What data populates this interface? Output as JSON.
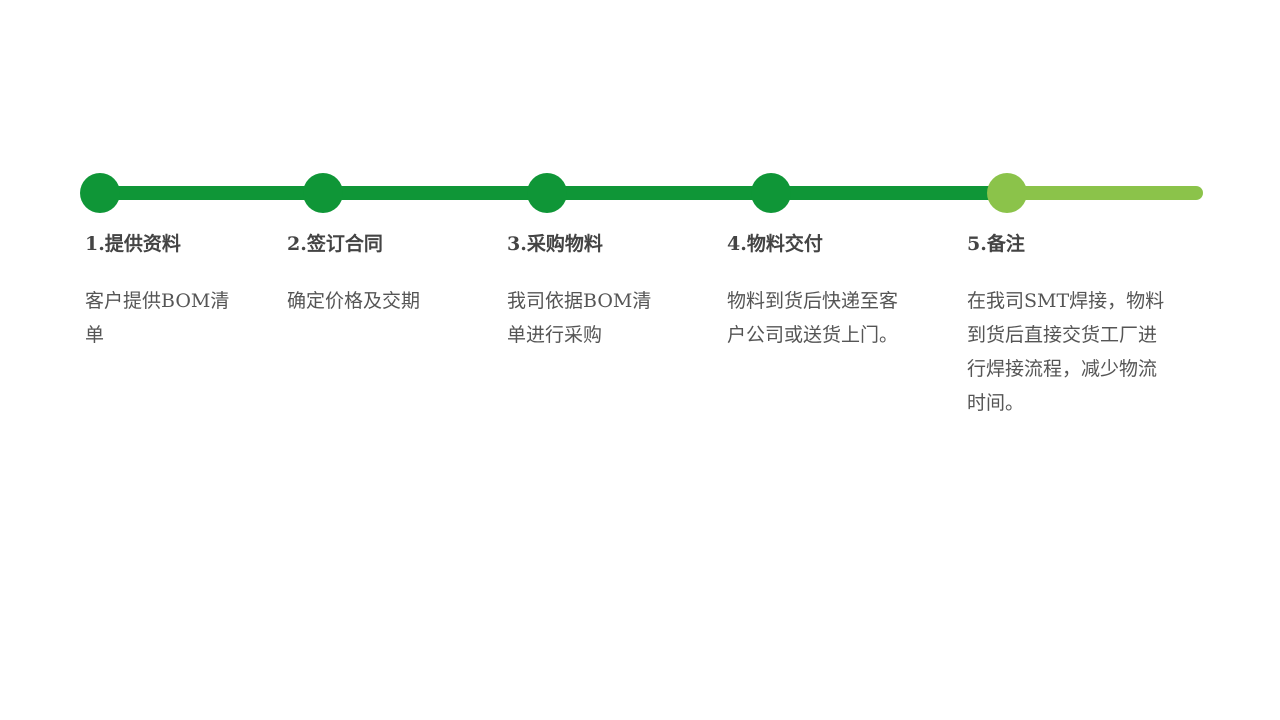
{
  "colors": {
    "done": "#0f9637",
    "pending": "#8bc34a"
  },
  "steps": [
    {
      "title": "1.提供资料",
      "desc": "客户提供BOM清单",
      "status": "done"
    },
    {
      "title": "2.签订合同",
      "desc": "确定价格及交期",
      "status": "done"
    },
    {
      "title": "3.采购物料",
      "desc": "我司依据BOM清单进行采购",
      "status": "done"
    },
    {
      "title": "4.物料交付",
      "desc": "物料到货后快递至客户公司或送货上门。",
      "status": "done"
    },
    {
      "title": "5.备注",
      "desc": "在我司SMT焊接，物料到货后直接交货工厂进行焊接流程，减少物流时间。",
      "status": "pending"
    }
  ]
}
